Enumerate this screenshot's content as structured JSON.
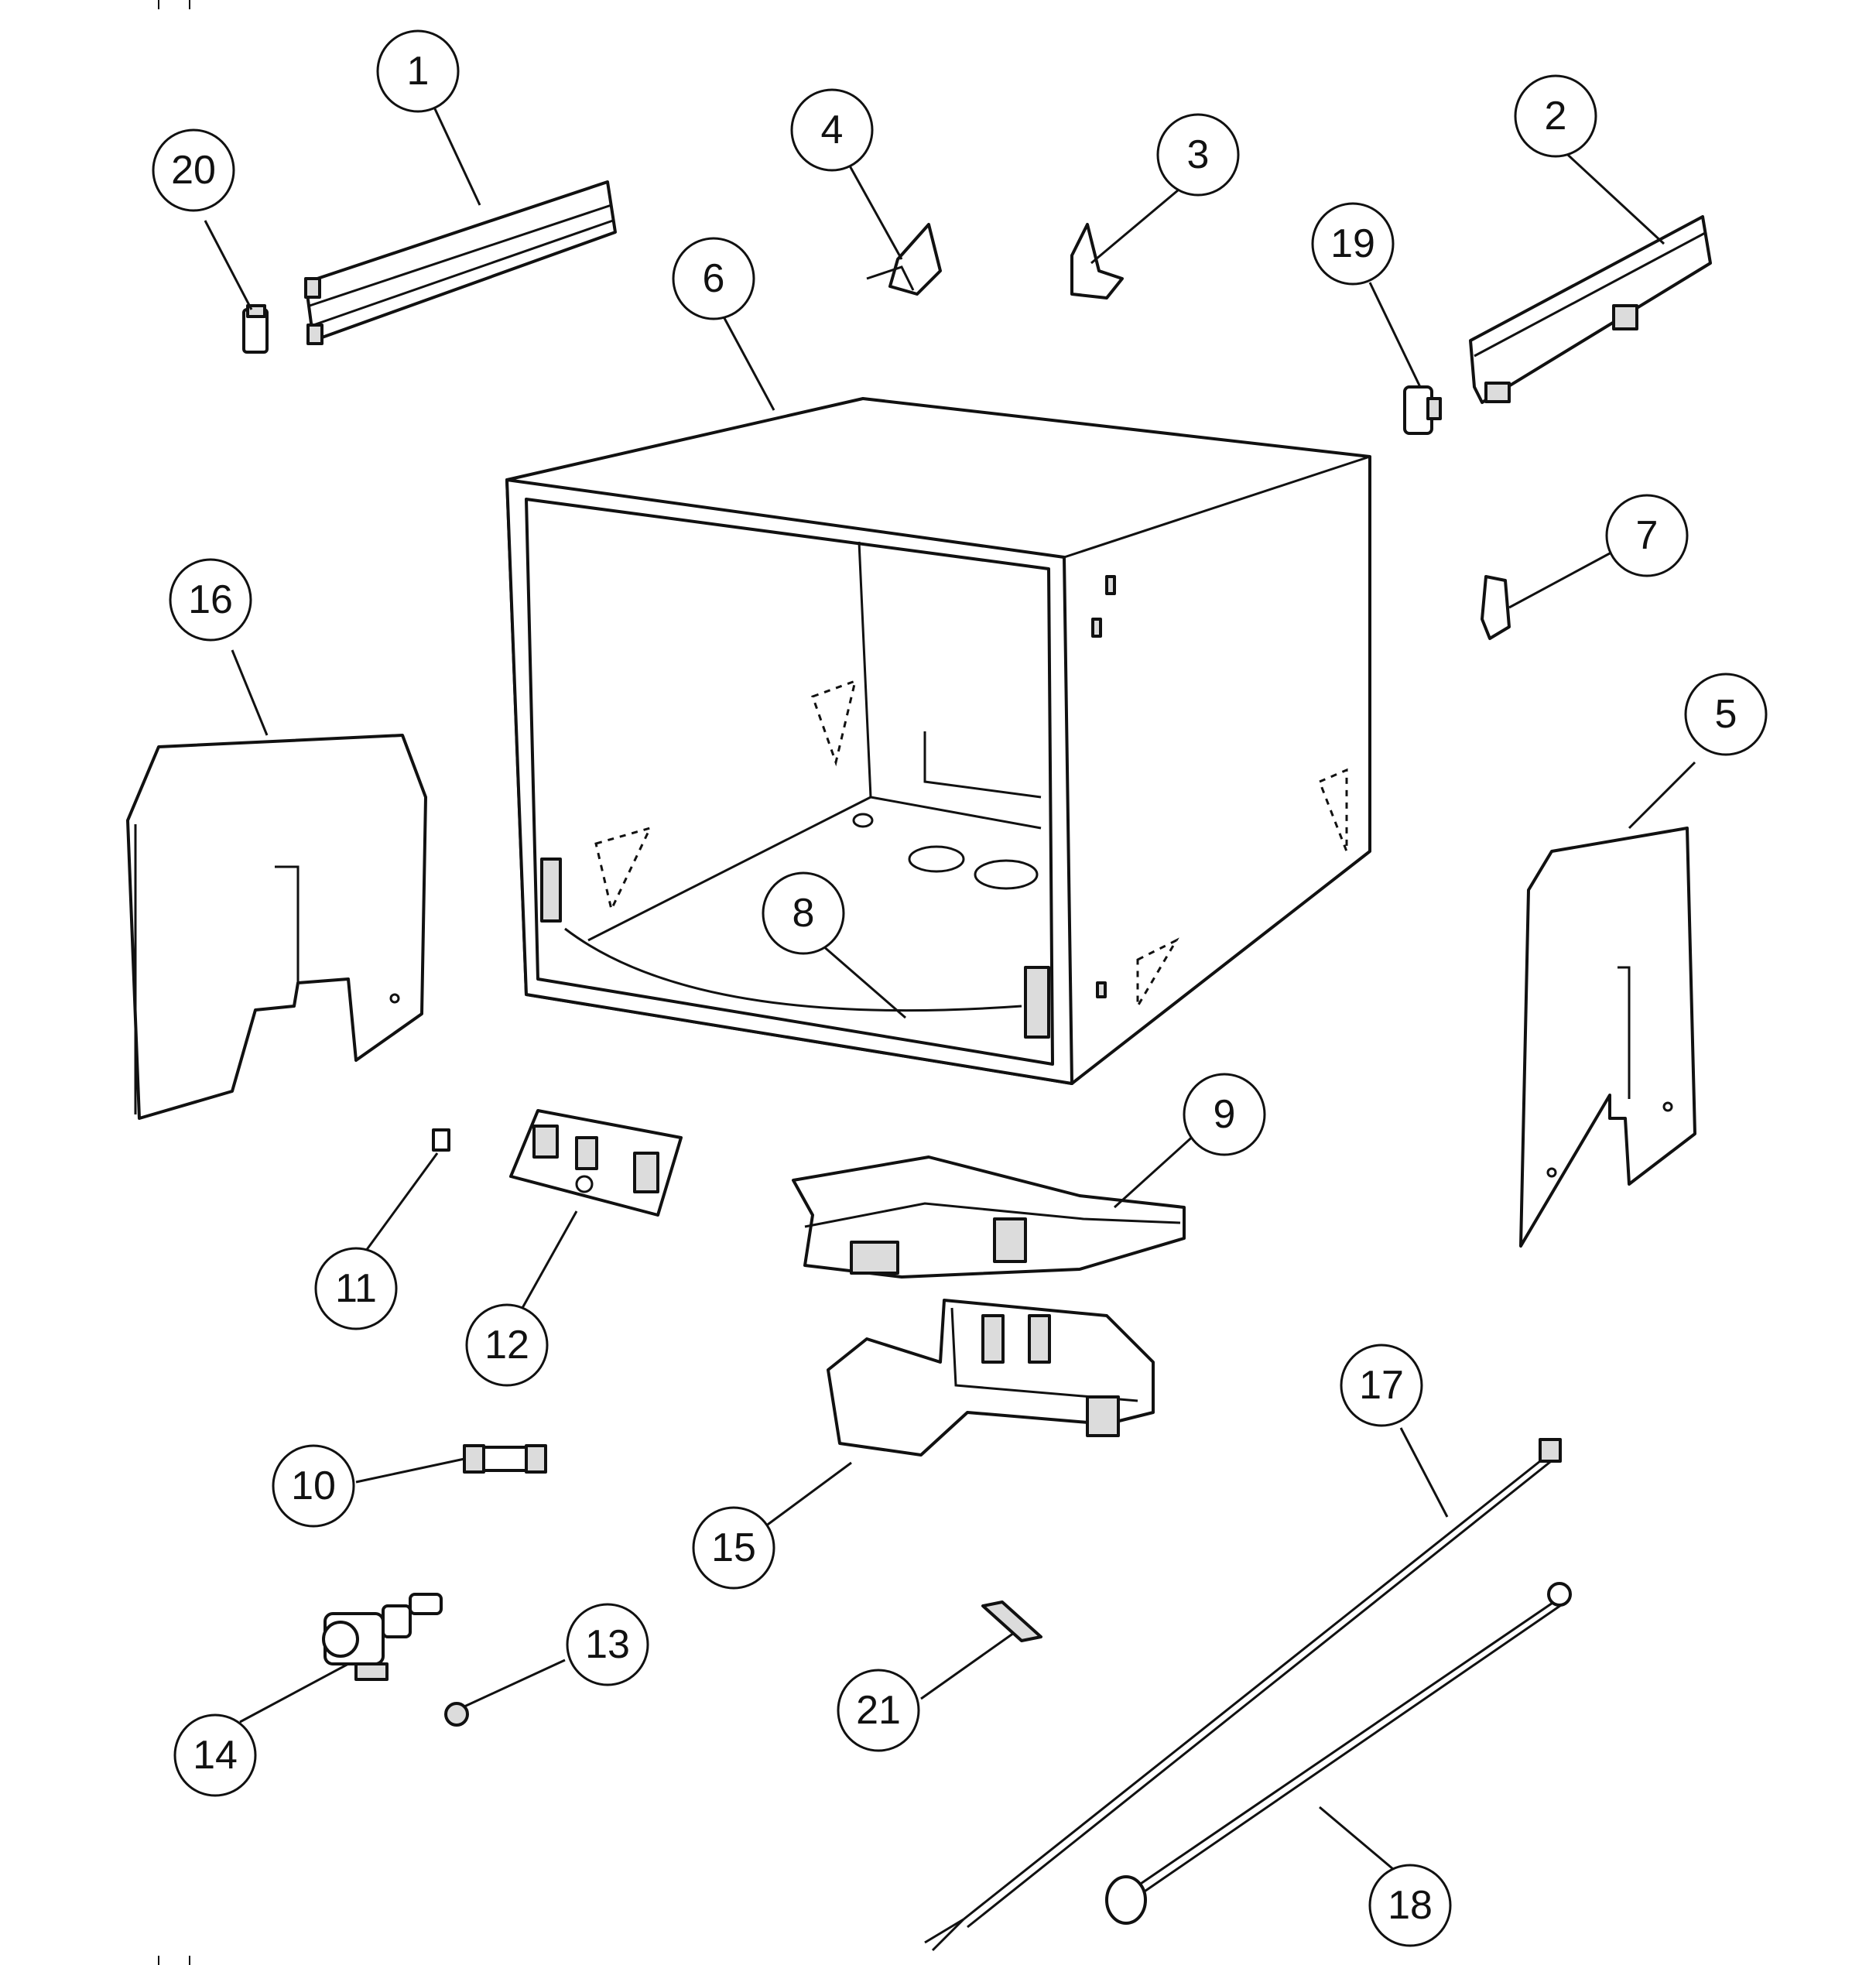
{
  "callouts": [
    {
      "label": "1",
      "name": "callout-1"
    },
    {
      "label": "2",
      "name": "callout-2"
    },
    {
      "label": "3",
      "name": "callout-3"
    },
    {
      "label": "4",
      "name": "callout-4"
    },
    {
      "label": "5",
      "name": "callout-5"
    },
    {
      "label": "6",
      "name": "callout-6"
    },
    {
      "label": "7",
      "name": "callout-7"
    },
    {
      "label": "8",
      "name": "callout-8"
    },
    {
      "label": "9",
      "name": "callout-9"
    },
    {
      "label": "10",
      "name": "callout-10"
    },
    {
      "label": "11",
      "name": "callout-11"
    },
    {
      "label": "12",
      "name": "callout-12"
    },
    {
      "label": "13",
      "name": "callout-13"
    },
    {
      "label": "14",
      "name": "callout-14"
    },
    {
      "label": "15",
      "name": "callout-15"
    },
    {
      "label": "16",
      "name": "callout-16"
    },
    {
      "label": "17",
      "name": "callout-17"
    },
    {
      "label": "18",
      "name": "callout-18"
    },
    {
      "label": "19",
      "name": "callout-19"
    },
    {
      "label": "20",
      "name": "callout-20"
    },
    {
      "label": "21",
      "name": "callout-21"
    }
  ]
}
